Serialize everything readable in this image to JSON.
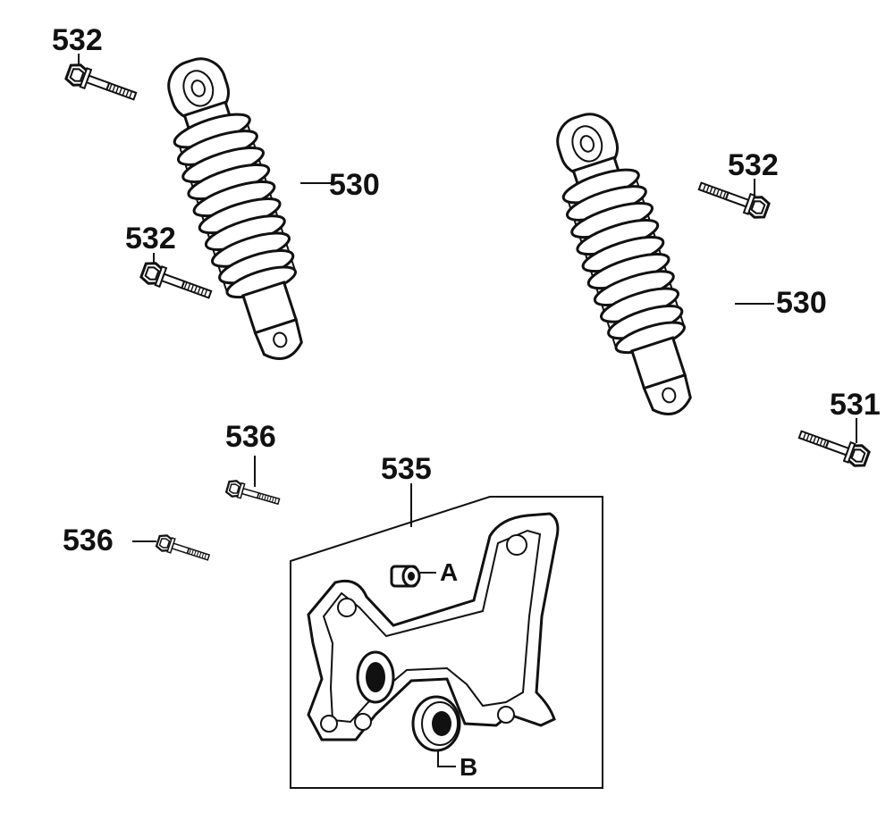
{
  "labels": {
    "bolt_top_left": "532",
    "shock_left": "530",
    "bolt_mid_left": "532",
    "bolt_right_upper": "532",
    "shock_right": "530",
    "bolt_right_lower": "531",
    "bolt_536_upper": "536",
    "bolt_536_lower": "536",
    "bracket_assembly": "535",
    "callout_a": "A",
    "callout_b": "B"
  }
}
